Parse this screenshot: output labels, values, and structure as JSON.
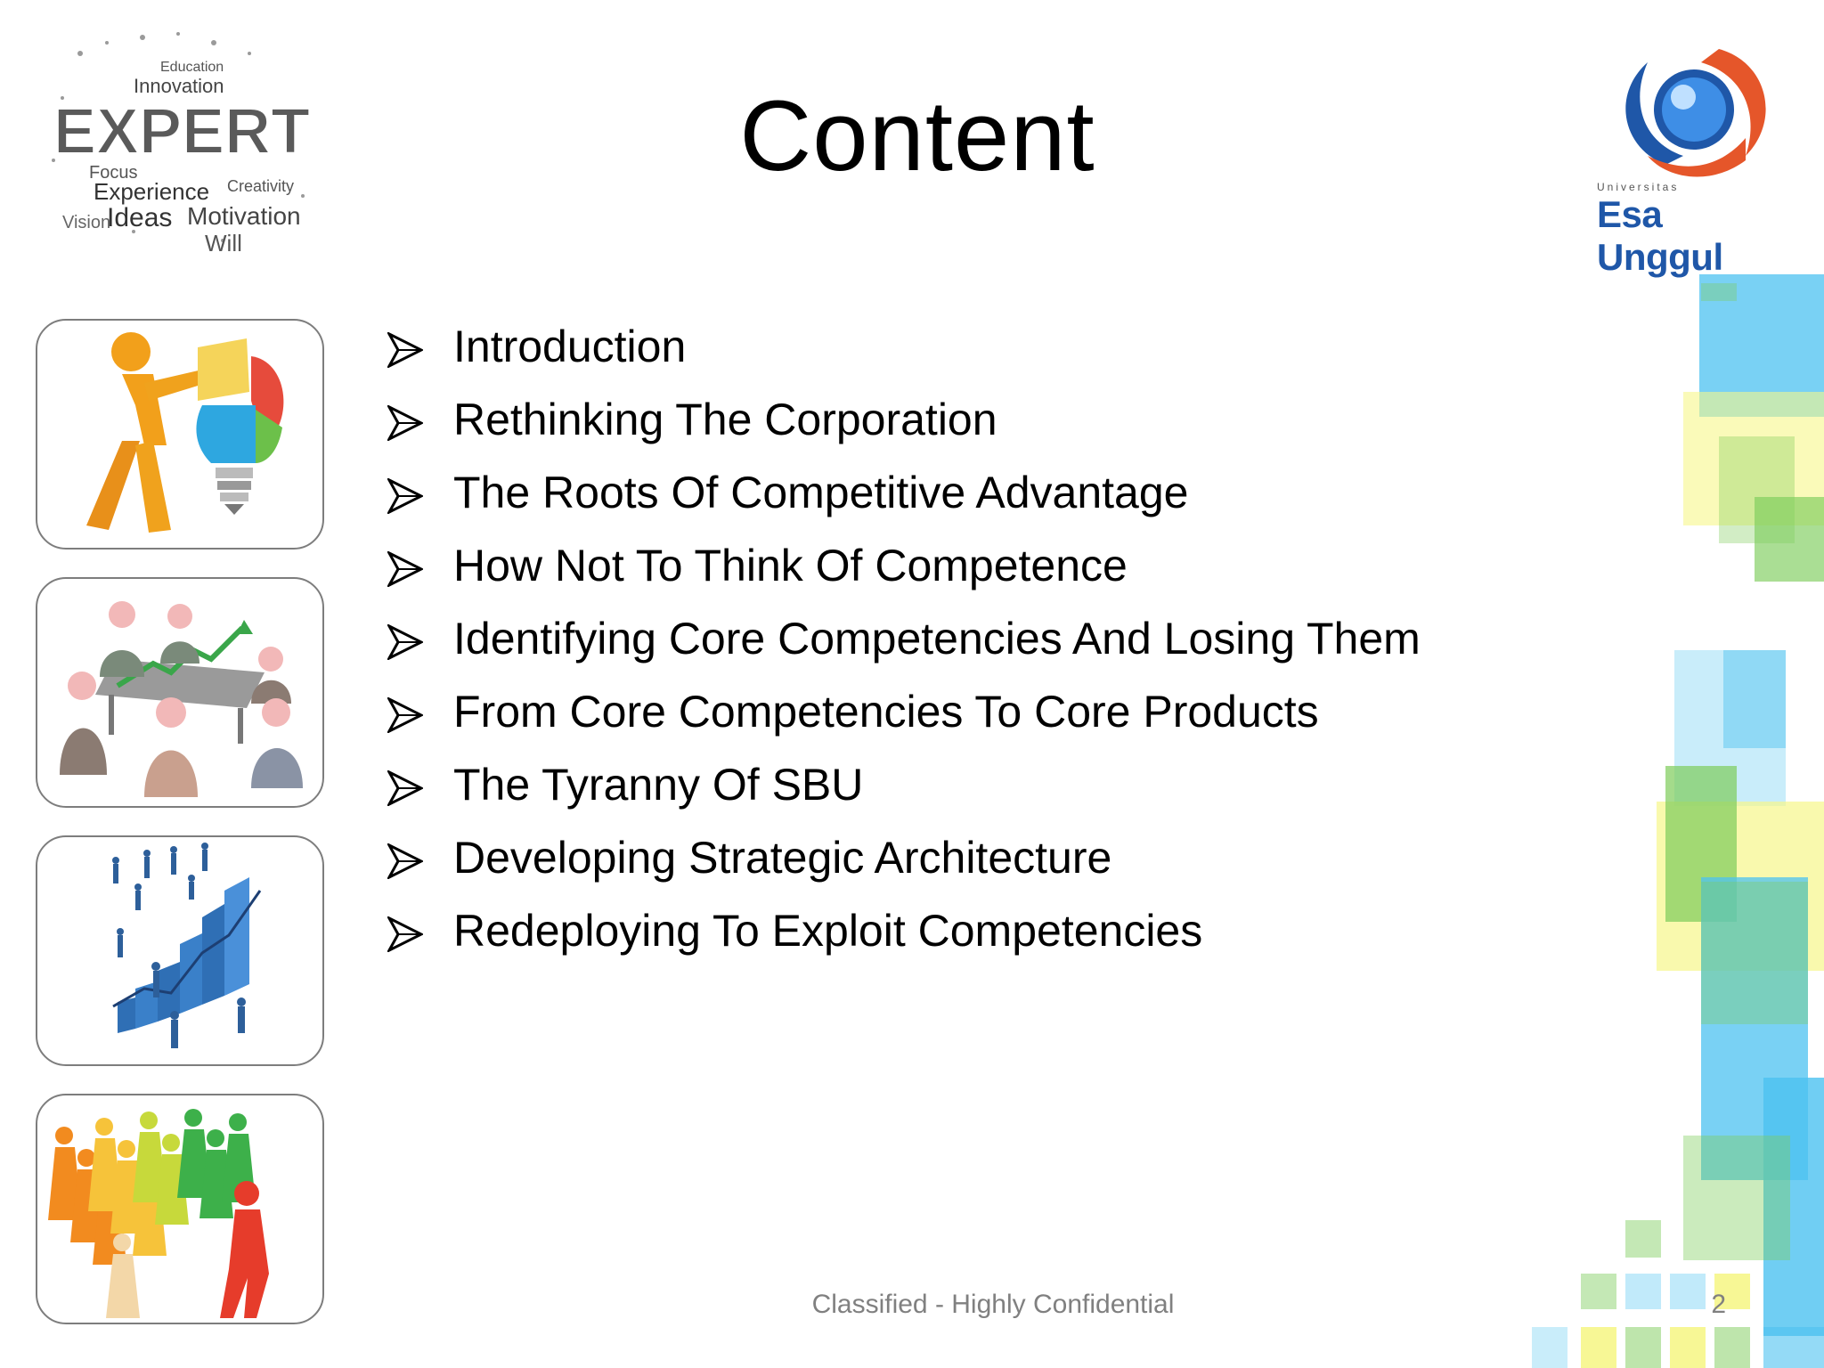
{
  "slide": {
    "title": "Content",
    "bullets": [
      "Introduction",
      "Rethinking The Corporation",
      "The Roots Of Competitive Advantage",
      "How Not To Think Of Competence",
      "Identifying Core Competencies And Losing Them",
      "From Core Competencies To Core Products",
      "The Tyranny Of SBU",
      "Developing Strategic Architecture",
      "Redeploying To Exploit Competencies"
    ],
    "footer": "Classified - Highly Confidential",
    "page_number": "2"
  },
  "logos": {
    "expert_wordcloud": {
      "headline": "EXPERT",
      "words": [
        "Education",
        "Innovation",
        "Focus",
        "Experience",
        "Creativity",
        "Vision",
        "Ideas",
        "Motivation",
        "Will"
      ]
    },
    "university": {
      "small_text": "Universitas",
      "name": "Esa Unggul"
    }
  },
  "icons": {
    "bullet": "arrowhead-bullet-icon"
  },
  "colors": {
    "uni_blue": "#1f57a8",
    "uni_orange": "#e5562a",
    "deco_blue": "#4cc2f0",
    "deco_green": "#7dcc5a",
    "deco_yellow": "#f6f68a",
    "footer_gray": "#808080"
  }
}
